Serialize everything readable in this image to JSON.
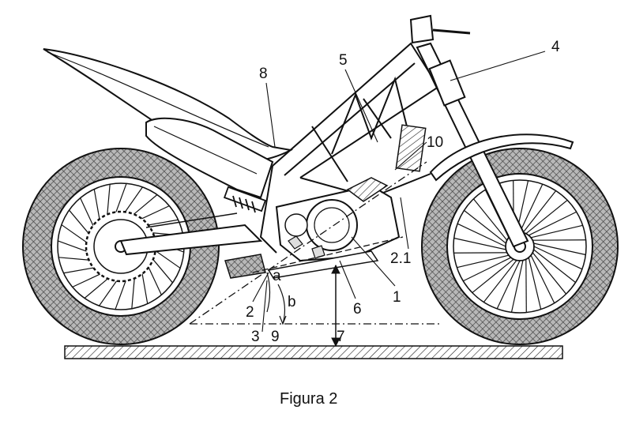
{
  "caption": "Figura 2",
  "callouts": {
    "c1": "1",
    "c2": "2",
    "c2_1": "2.1",
    "c3": "3",
    "c4": "4",
    "c5": "5",
    "c6": "6",
    "c7": "7",
    "c8": "8",
    "c9": "9",
    "c10": "10",
    "ca": "a",
    "cb": "b"
  },
  "colors": {
    "ink": "#111111",
    "tire": "#8c8c8c",
    "ground": "#a0a0a0"
  },
  "icons": {
    "rear_wheel": "wheel-icon",
    "front_wheel": "wheel-icon",
    "engine": "engine-icon",
    "radiator": "radiator-icon"
  }
}
